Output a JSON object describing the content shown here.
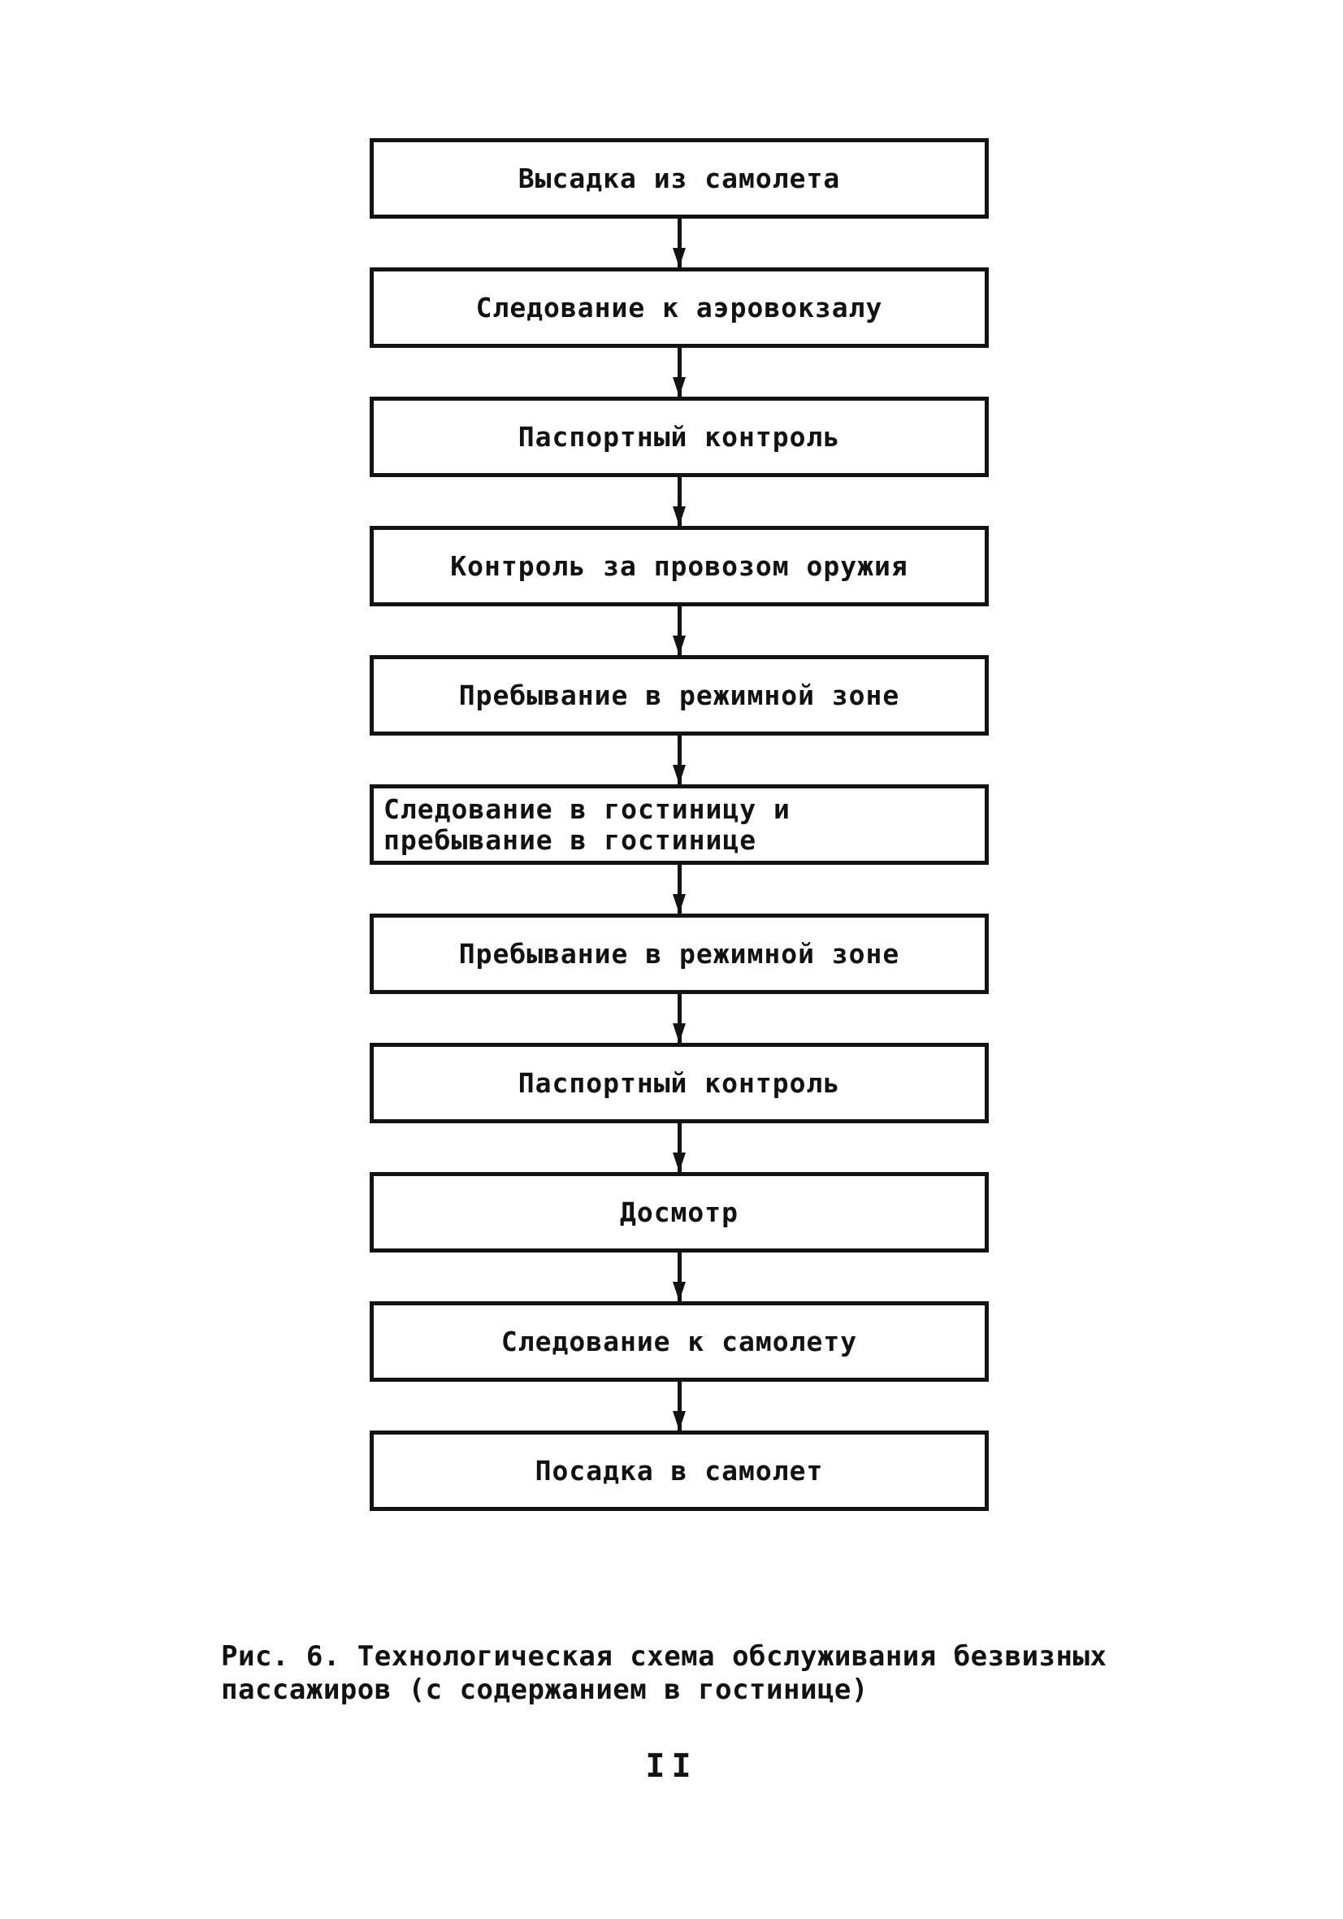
{
  "page": {
    "caption": {
      "line1": "Рис. 6. Технологическая схема обслуживания безвизных",
      "line2": "пассажиров (с содержанием в гостинице)"
    },
    "page_number": "II"
  },
  "flowchart": {
    "type": "vertical-flow",
    "colors": {
      "ink": "#131313",
      "paper": "#ffffff"
    },
    "steps": [
      {
        "label": "Высадка из самолета"
      },
      {
        "label": "Следование к аэровокзалу"
      },
      {
        "label": "Паспортный контроль"
      },
      {
        "label": "Контроль за провозом оружия"
      },
      {
        "label": "Пребывание в режимной зоне"
      },
      {
        "label": "Следование в гостиницу и пребывание в гостинице"
      },
      {
        "label": "Пребывание в режимной зоне"
      },
      {
        "label": "Паспортный контроль"
      },
      {
        "label": "Досмотр"
      },
      {
        "label": "Следование к самолету"
      },
      {
        "label": "Посадка в самолет"
      }
    ]
  }
}
